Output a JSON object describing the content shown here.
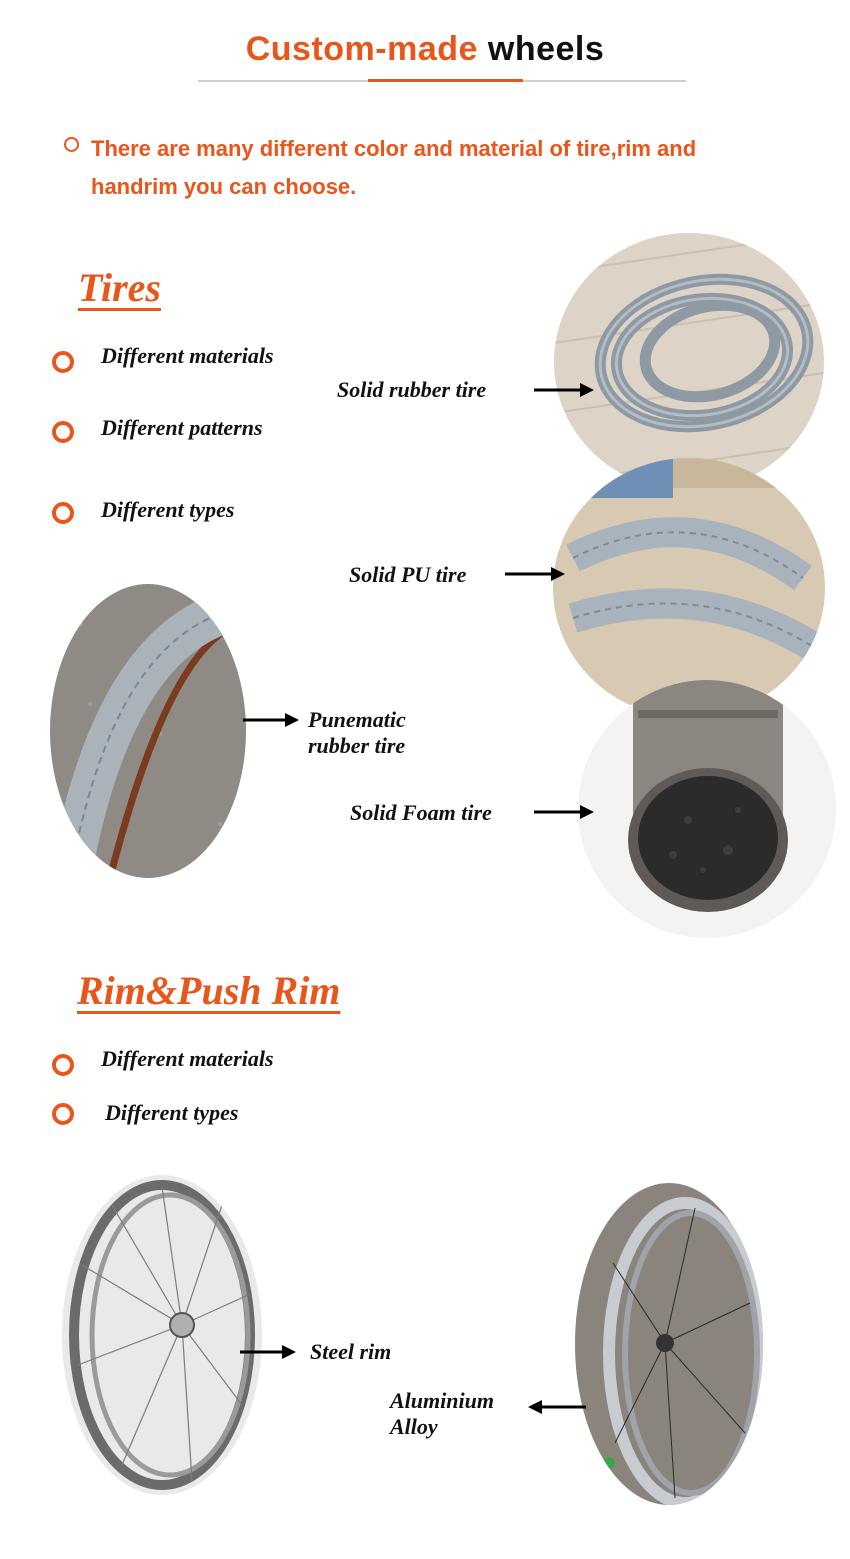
{
  "header": {
    "title_orange": "Custom-made",
    "title_black": "wheels"
  },
  "intro": {
    "line1": "There are many different color and material of tire,rim and",
    "line2": "handrim you can choose."
  },
  "tires": {
    "heading": "Tires",
    "features": [
      "Different materials",
      "Different patterns",
      "Different types"
    ],
    "labels": {
      "solid_rubber": "Solid rubber tire",
      "solid_pu": "Solid PU tire",
      "pneumatic_line1": "Punematic",
      "pneumatic_line2": "rubber tire",
      "solid_foam": "Solid Foam tire"
    }
  },
  "rims": {
    "heading": "Rim&Push Rim",
    "features": [
      "Different materials",
      "Different types"
    ],
    "labels": {
      "steel": "Steel rim",
      "alu_line1": "Aluminium",
      "alu_line2": "Alloy"
    }
  },
  "colors": {
    "accent": "#e8561c",
    "text": "#111111",
    "tire_grey": "#9aa3ad"
  }
}
